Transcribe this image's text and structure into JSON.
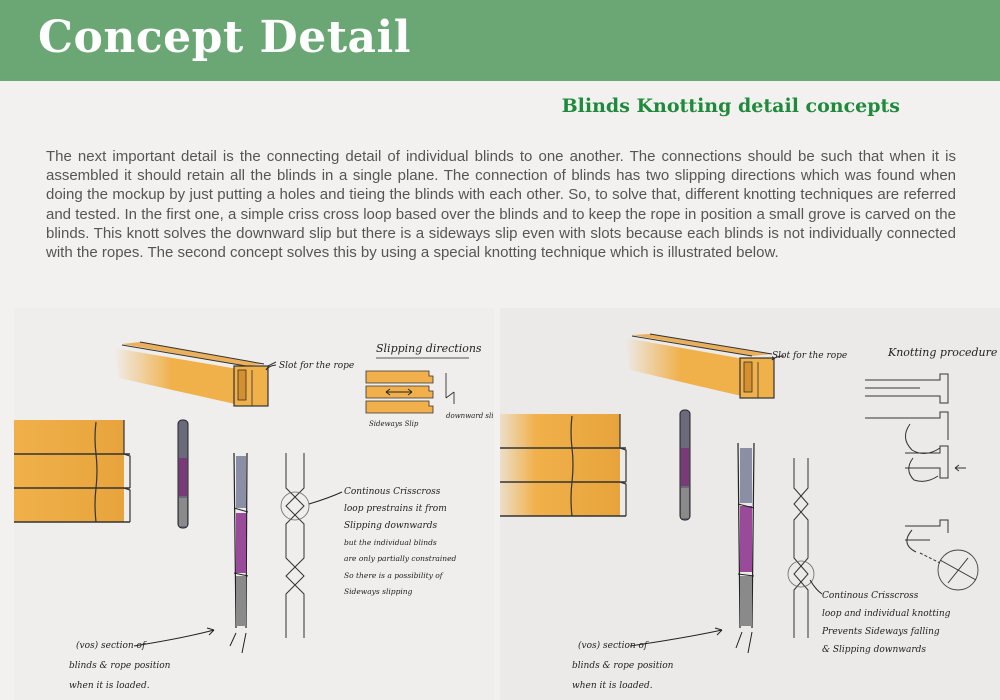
{
  "header": {
    "title": "Concept Detail",
    "band_color": "#6aa774"
  },
  "subtitle": "Blinds Knotting detail concepts",
  "body_text": "The next important detail is the connecting detail of individual blinds to one another. The connections should be such that when it is assembled it should retain all the blinds in a single plane. The connection of blinds has two slipping directions which was found when doing the mockup by just putting a holes and tieing the blinds with each other. So, to solve that, different knotting techniques are referred and tested. In the first one, a simple criss cross loop based over the blinds and to keep the rope in position a small grove is carved on the blinds. This knott solves the downward slip but there is a sideways slip even with slots because each blinds is not individually connected with the ropes. The second concept solves this by using a special knotting technique which is illustrated below.",
  "concept_1": {
    "slot_label": "Slot for the rope",
    "slipping_title": "Slipping directions",
    "sideways_label": "Sideways Slip",
    "downward_label": "downward slip",
    "note_lines": [
      "Continous Crisscross",
      "loop prestrains it from",
      "Slipping downwards",
      "but the individual blinds",
      "are only partially constrained",
      "So there is a possibility of",
      "Sideways slipping"
    ],
    "section_lines": [
      "(vos) section of",
      "blinds & rope position",
      "when it is loaded."
    ]
  },
  "concept_2": {
    "slot_label": "Slot for the rope",
    "procedure_title": "Knotting procedure",
    "note_lines": [
      "Continous Crisscross",
      "loop and individual knotting",
      "Prevents Sideways falling",
      "& Slipping downwards"
    ],
    "section_lines": [
      "(vos) section of",
      "blinds & rope position",
      "when it is loaded."
    ]
  },
  "colors": {
    "wood": "#f0b04a",
    "subtitle_green": "#1f8a3c",
    "rope_purple": "#9a4a9a"
  }
}
